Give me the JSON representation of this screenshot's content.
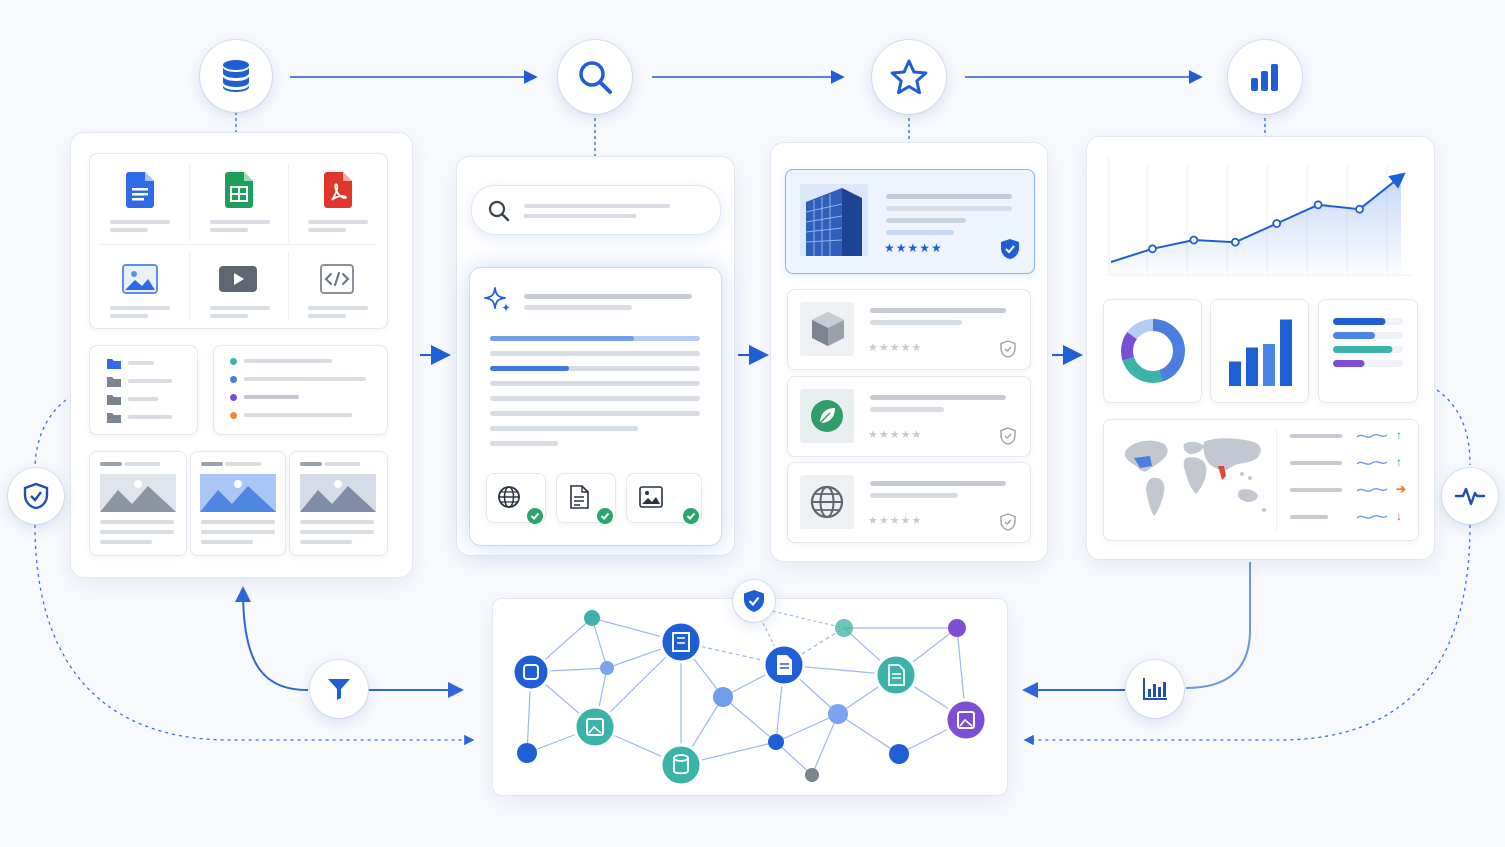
{
  "colors": {
    "accent": "#1f5fd6",
    "accent_light": "#4a86e8",
    "doc_blue": "#2f6be6",
    "sheet_green": "#1e9e5a",
    "pdf_red": "#e0362c",
    "teal": "#3bb3a8",
    "purple": "#7a4fd4",
    "orange": "#f08a3c",
    "gray_bar": "#d8dce3",
    "trend_up": "#2aa56b",
    "trend_mid": "#f0843c",
    "trend_down": "#e04a3a"
  },
  "pipeline_steps": [
    {
      "icon": "database-icon"
    },
    {
      "icon": "search-icon"
    },
    {
      "icon": "star-icon"
    },
    {
      "icon": "bar-chart-icon"
    }
  ],
  "side_icons": {
    "left": "shield-check-icon",
    "right": "pulse-icon",
    "filter": "filter-icon",
    "analytics": "bar-chart-icon",
    "graph_badge": "shield-check-icon"
  },
  "ingest_panel": {
    "file_types": [
      "document-icon",
      "spreadsheet-icon",
      "pdf-icon",
      "image-icon",
      "video-icon",
      "code-icon"
    ]
  },
  "search_panel": {
    "sources": [
      "globe-icon",
      "document-icon",
      "image-icon"
    ],
    "sources_verified": [
      true,
      true,
      true
    ]
  },
  "ranking_panel": {
    "results": [
      {
        "icon": "building-icon",
        "stars": 5,
        "verified": true,
        "highlighted": true
      },
      {
        "icon": "cube-icon",
        "stars": 5,
        "verified": false,
        "highlighted": false
      },
      {
        "icon": "leaf-icon",
        "stars": 5,
        "verified": false,
        "highlighted": false
      },
      {
        "icon": "globe-icon",
        "stars": 5,
        "verified": false,
        "highlighted": false
      }
    ]
  },
  "insights_panel": {
    "trend_line": [
      0.1,
      0.22,
      0.3,
      0.28,
      0.45,
      0.62,
      0.58,
      0.88
    ],
    "donut": [
      0.45,
      0.25,
      0.15,
      0.15
    ],
    "bar_chart": [
      0.35,
      0.55,
      0.6,
      0.95
    ],
    "horizontal_bars": [
      0.75,
      0.6,
      0.85,
      0.45
    ],
    "trends": [
      "up",
      "up",
      "right",
      "down"
    ]
  }
}
